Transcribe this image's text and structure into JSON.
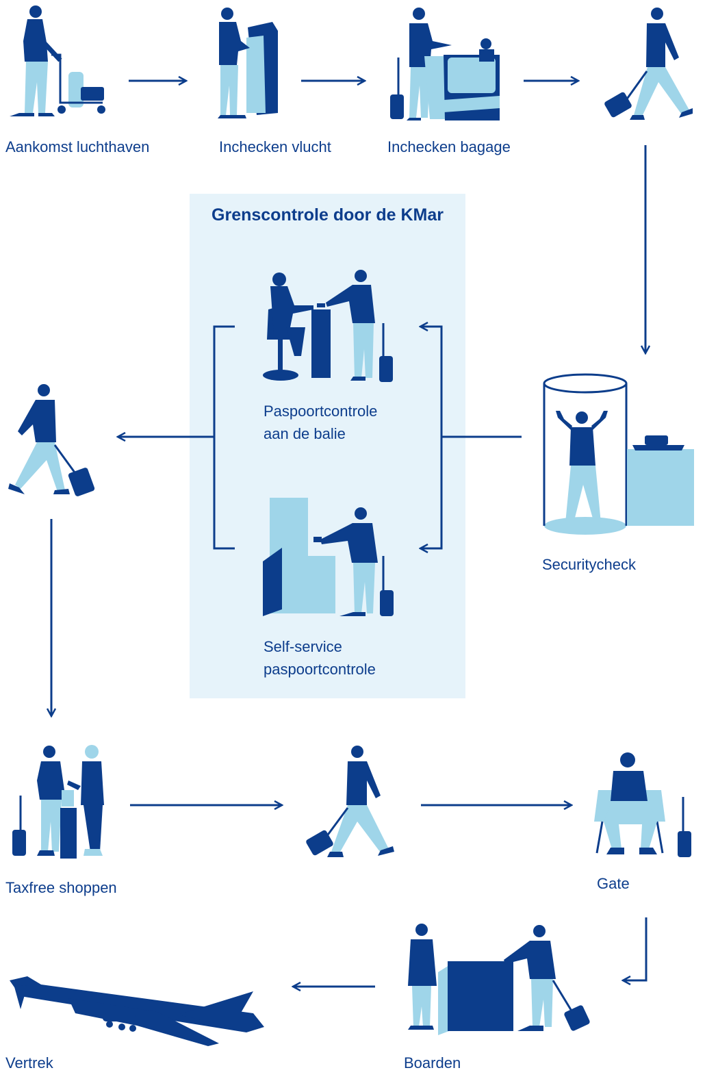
{
  "steps": {
    "arrival": "Aankomst luchthaven",
    "checkin_flight": "Inchecken vlucht",
    "checkin_baggage": "Inchecken bagage",
    "security": "Securitycheck",
    "taxfree": "Taxfree shoppen",
    "gate": "Gate",
    "boarding": "Boarden",
    "departure": "Vertrek"
  },
  "border_control": {
    "title": "Grenscontrole door de KMar",
    "desk_line1": "Paspoortcontrole",
    "desk_line2": "aan de balie",
    "self_line1": "Self-service",
    "self_line2": "paspoortcontrole"
  },
  "colors": {
    "dark_blue": "#0c3d8b",
    "light_blue": "#9fd5e9",
    "panel_bg": "#e6f3fa"
  }
}
